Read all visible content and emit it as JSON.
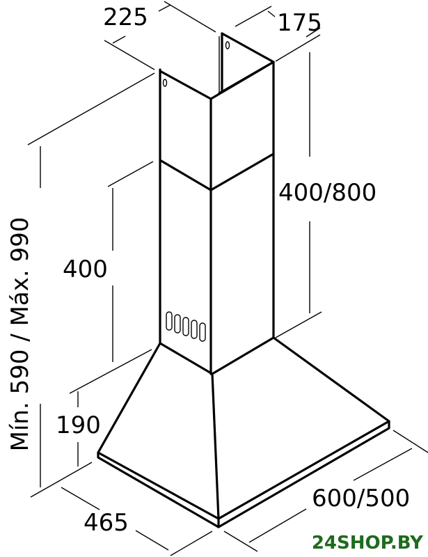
{
  "diagram": {
    "labels": {
      "chimney_width": "225",
      "chimney_depth": "175",
      "chimney_upper_height": "400/800",
      "chimney_lower_height": "400",
      "hood_height": "190",
      "hood_depth": "465",
      "hood_width": "600/500",
      "total_height": "Mín. 590 / Máx. 990"
    },
    "watermark": "24SHOP.BY",
    "watermark_color": "#1e6b1e"
  }
}
